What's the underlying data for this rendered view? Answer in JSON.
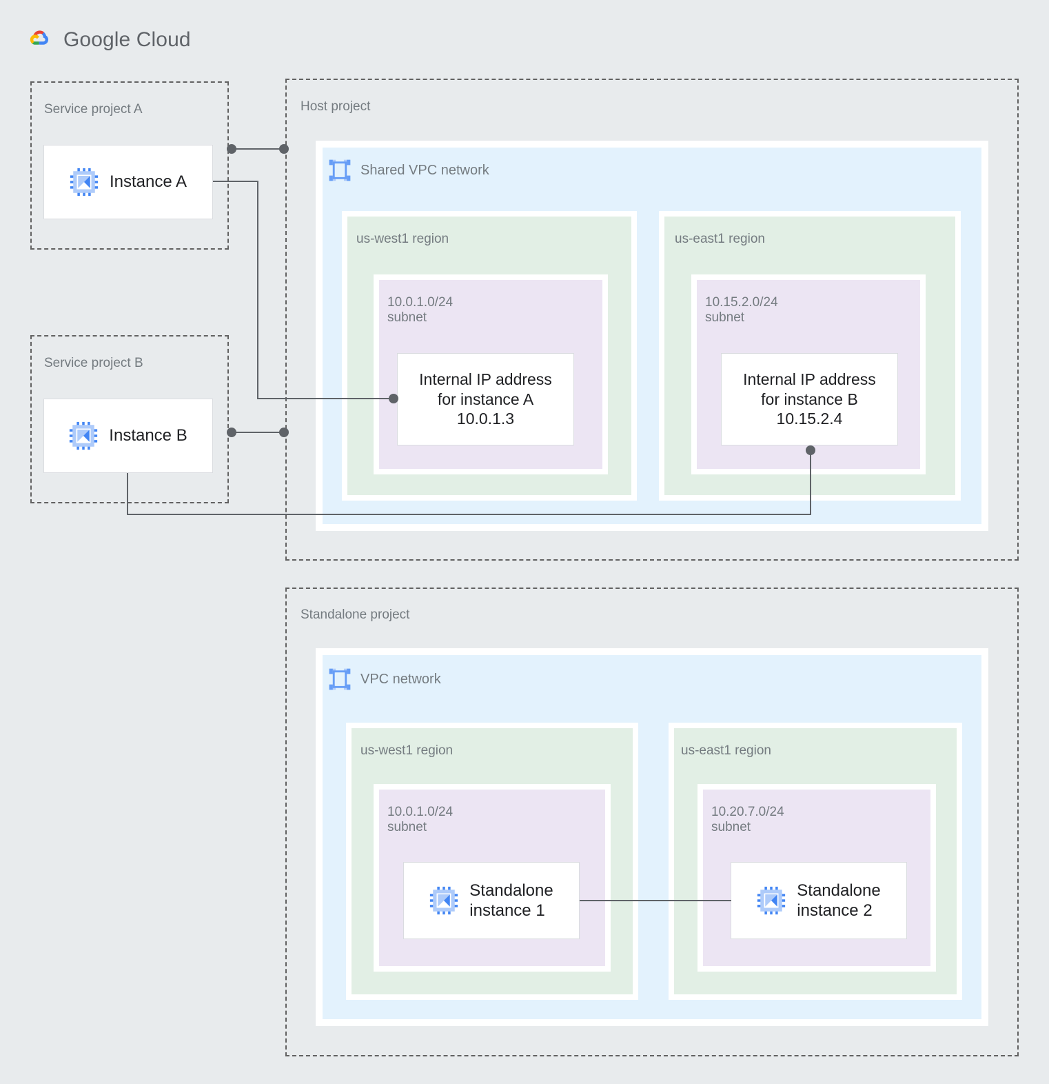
{
  "brand": {
    "name_part1": "Google",
    "name_part2": "Cloud",
    "logo_icon": "google-cloud-logo",
    "colors": {
      "red": "#EA4335",
      "yellow": "#FBBC05",
      "green": "#34A853",
      "blue": "#4285F4"
    }
  },
  "canvas": {
    "background": "#e8ebed",
    "connector_color": "#5f6368",
    "dashed_border_color": "#616161",
    "vpc_fill": "#e3f2fd",
    "region_fill": "#e2efe5",
    "subnet_fill": "#ece5f3",
    "node_fill": "#ffffff",
    "label_color": "#747b80",
    "text_color": "#202124"
  },
  "service_project_a": {
    "label": "Service project A",
    "instance": {
      "label": "Instance A",
      "icon": "compute-instance-icon"
    }
  },
  "service_project_b": {
    "label": "Service project B",
    "instance": {
      "label": "Instance B",
      "icon": "compute-instance-icon"
    }
  },
  "host_project": {
    "label": "Host project",
    "network": {
      "label": "Shared VPC network",
      "icon": "vpc-network-icon"
    },
    "regions": [
      {
        "label": "us-west1 region",
        "subnet": {
          "cidr": "10.0.1.0/24",
          "kind": "subnet",
          "label": "10.0.1.0/24\nsubnet"
        },
        "node": {
          "label": "Internal IP address\nfor instance A\n10.0.1.3",
          "ip": "10.0.1.3",
          "title": "Internal IP address for instance A"
        }
      },
      {
        "label": "us-east1 region",
        "subnet": {
          "cidr": "10.15.2.0/24",
          "kind": "subnet",
          "label": "10.15.2.0/24\nsubnet"
        },
        "node": {
          "label": "Internal IP address\nfor instance B\n10.15.2.4",
          "ip": "10.15.2.4",
          "title": "Internal IP address for instance B"
        }
      }
    ]
  },
  "standalone_project": {
    "label": "Standalone project",
    "network": {
      "label": "VPC network",
      "icon": "vpc-network-icon"
    },
    "regions": [
      {
        "label": "us-west1 region",
        "subnet": {
          "cidr": "10.0.1.0/24",
          "kind": "subnet",
          "label": "10.0.1.0/24\nsubnet"
        },
        "node": {
          "label": "Standalone\ninstance 1",
          "icon": "compute-instance-icon"
        }
      },
      {
        "label": "us-east1 region",
        "subnet": {
          "cidr": "10.20.7.0/24",
          "kind": "subnet",
          "label": "10.20.7.0/24\nsubnet"
        },
        "node": {
          "label": "Standalone\ninstance 2",
          "icon": "compute-instance-icon"
        }
      }
    ]
  }
}
